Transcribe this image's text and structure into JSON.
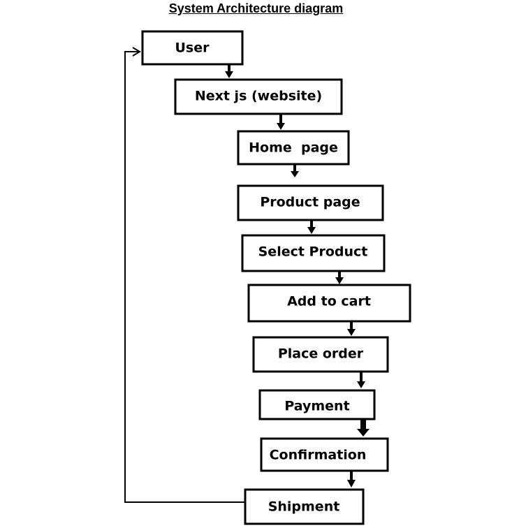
{
  "title": "System Architecture diagram",
  "nodes": [
    {
      "id": "user",
      "label": "User"
    },
    {
      "id": "nextjs",
      "label": "Next js (website)"
    },
    {
      "id": "home",
      "label": "Home  page"
    },
    {
      "id": "product",
      "label": "Product page"
    },
    {
      "id": "select",
      "label": "Select Product"
    },
    {
      "id": "cart",
      "label": "Add to cart"
    },
    {
      "id": "order",
      "label": "Place order"
    },
    {
      "id": "payment",
      "label": "Payment"
    },
    {
      "id": "confirm",
      "label": "Confirmation"
    },
    {
      "id": "shipment",
      "label": "Shipment"
    }
  ]
}
